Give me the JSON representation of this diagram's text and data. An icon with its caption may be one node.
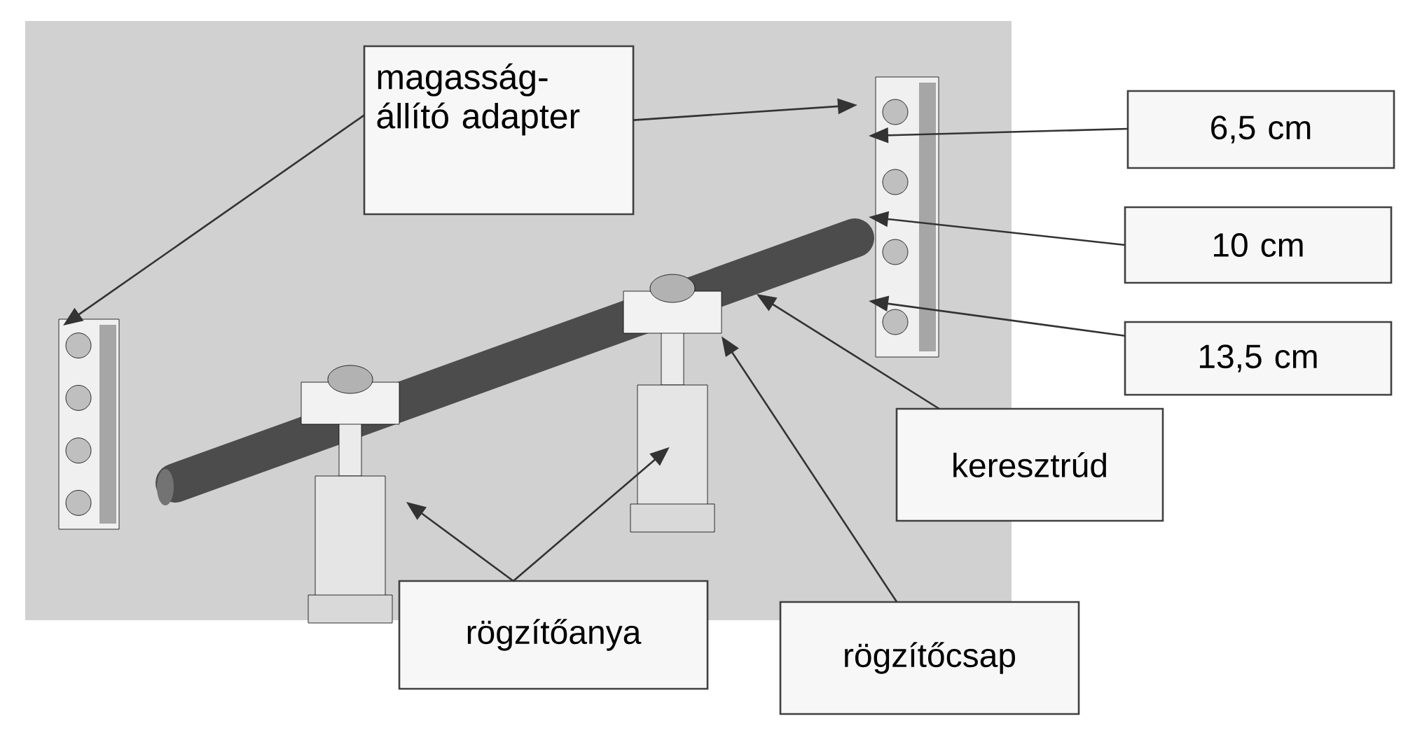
{
  "diagram": {
    "nodes": [
      {
        "text": [
          "magasság- állító adapter"
        ]
      },
      {
        "text": [
          "6,5 cm"
        ]
      },
      {
        "text": [
          "10 cm"
        ]
      },
      {
        "text": [
          "13,5 cm"
        ]
      },
      {
        "text": [
          "keresztrúd"
        ]
      },
      {
        "text": [
          "rögzítőanya"
        ]
      },
      {
        "text": [
          "rögzítőcsap"
        ]
      },
      {
        "text": [],
        "shape": "picture"
      },
      {
        "text": [],
        "shape": "picture"
      },
      {
        "text": [],
        "shape": "picture"
      },
      {
        "text": [],
        "shape": "picture"
      },
      {
        "text": [],
        "shape": "picture"
      }
    ],
    "edges": [
      {
        "from": 0,
        "to": 7,
        "arrow": "to"
      },
      {
        "from": 0,
        "to": 11,
        "arrow": "to"
      },
      {
        "from": 1,
        "to": 11,
        "arrow": "to"
      },
      {
        "from": 2,
        "to": 11,
        "arrow": "to"
      },
      {
        "from": 3,
        "to": 11,
        "arrow": "to"
      },
      {
        "from": 4,
        "to": 8,
        "arrow": "to"
      },
      {
        "from": 5,
        "to": 9,
        "arrow": "to"
      },
      {
        "from": 5,
        "to": 10,
        "arrow": "to"
      },
      {
        "from": 6,
        "to": 10,
        "arrow": "to"
      }
    ]
  }
}
